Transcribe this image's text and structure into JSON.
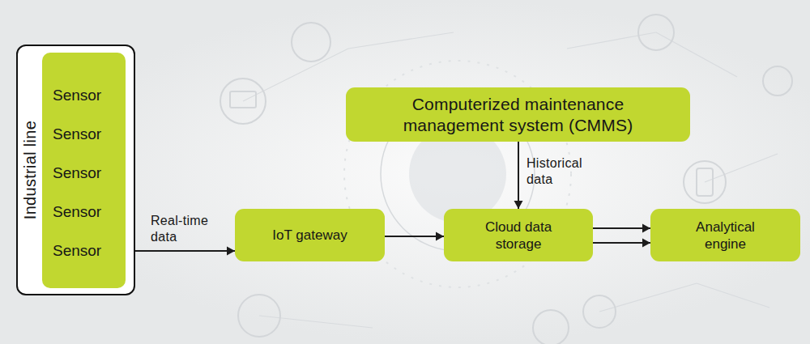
{
  "diagram": {
    "nodes": [
      {
        "text": [
          "Industrial line"
        ]
      },
      {
        "text": [
          "Sensor",
          "Sensor",
          "Sensor",
          "Sensor",
          "Sensor"
        ],
        "in": 0
      },
      {
        "text": [
          "Computerized maintenance management system (CMMS)"
        ]
      },
      {
        "text": [
          "IoT gateway"
        ]
      },
      {
        "text": [
          "Cloud data storage"
        ]
      },
      {
        "text": [
          "Analytical engine"
        ]
      }
    ],
    "edges": [
      {
        "from": 0,
        "to": 3,
        "label": "Real-time data",
        "arrow": "to"
      },
      {
        "from": 2,
        "to": 4,
        "label": "Historical data",
        "arrow": "to"
      },
      {
        "from": 3,
        "to": 4,
        "arrow": "to"
      },
      {
        "from": 4,
        "to": 5,
        "arrow": "to"
      },
      {
        "from": 4,
        "to": 5,
        "arrow": "to"
      }
    ]
  }
}
